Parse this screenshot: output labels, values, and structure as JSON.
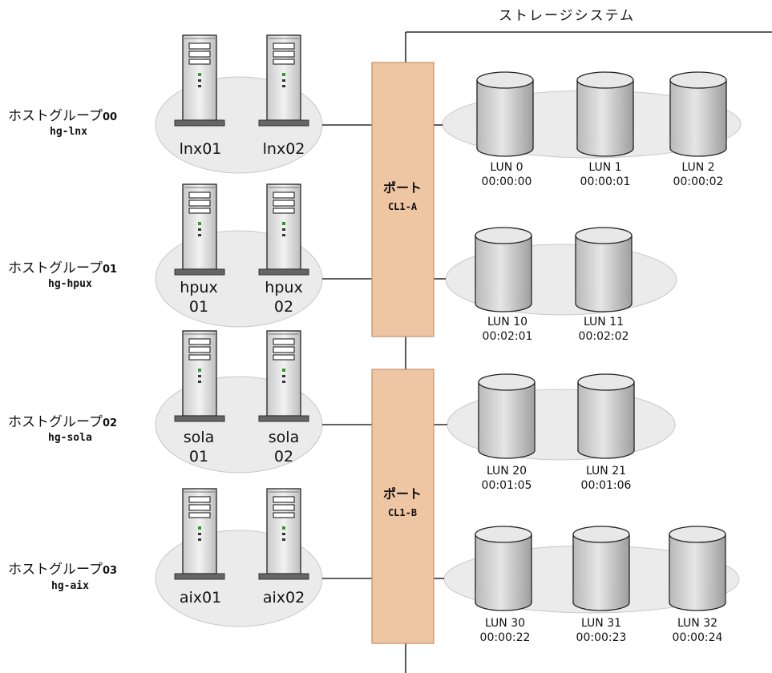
{
  "storage_system": {
    "title": "ストレージシステム"
  },
  "colors": {
    "ellipse_fill": "#ebebeb",
    "port_fill": "#efc6a3",
    "port_stroke": "#c58e66",
    "disk_fill": "#dcdcdc",
    "line": "#000000"
  },
  "ports": [
    {
      "label": "ポート",
      "id": "CL1-A"
    },
    {
      "label": "ポート",
      "id": "CL1-B"
    }
  ],
  "host_groups": [
    {
      "name": "ホストグループ",
      "number": "00",
      "id": "hg-lnx",
      "hosts": [
        {
          "label": "lnx01"
        },
        {
          "label": "lnx02"
        }
      ]
    },
    {
      "name": "ホストグループ",
      "number": "01",
      "id": "hg-hpux",
      "hosts": [
        {
          "line1": "hpux",
          "line2": "01"
        },
        {
          "line1": "hpux",
          "line2": "02"
        }
      ]
    },
    {
      "name": "ホストグループ",
      "number": "02",
      "id": "hg-sola",
      "hosts": [
        {
          "line1": "sola",
          "line2": "01"
        },
        {
          "line1": "sola",
          "line2": "02"
        }
      ]
    },
    {
      "name": "ホストグループ",
      "number": "03",
      "id": "hg-aix",
      "hosts": [
        {
          "label": "aix01"
        },
        {
          "label": "aix02"
        }
      ]
    }
  ],
  "lun_groups": [
    {
      "luns": [
        {
          "name": "LUN 0",
          "ldev": "00:00:00"
        },
        {
          "name": "LUN 1",
          "ldev": "00:00:01"
        },
        {
          "name": "LUN 2",
          "ldev": "00:00:02"
        }
      ]
    },
    {
      "luns": [
        {
          "name": "LUN 10",
          "ldev": "00:02:01"
        },
        {
          "name": "LUN 11",
          "ldev": "00:02:02"
        }
      ]
    },
    {
      "luns": [
        {
          "name": "LUN 20",
          "ldev": "00:01:05"
        },
        {
          "name": "LUN 21",
          "ldev": "00:01:06"
        }
      ]
    },
    {
      "luns": [
        {
          "name": "LUN 30",
          "ldev": "00:00:22"
        },
        {
          "name": "LUN 31",
          "ldev": "00:00:23"
        },
        {
          "name": "LUN 32",
          "ldev": "00:00:24"
        }
      ]
    }
  ]
}
